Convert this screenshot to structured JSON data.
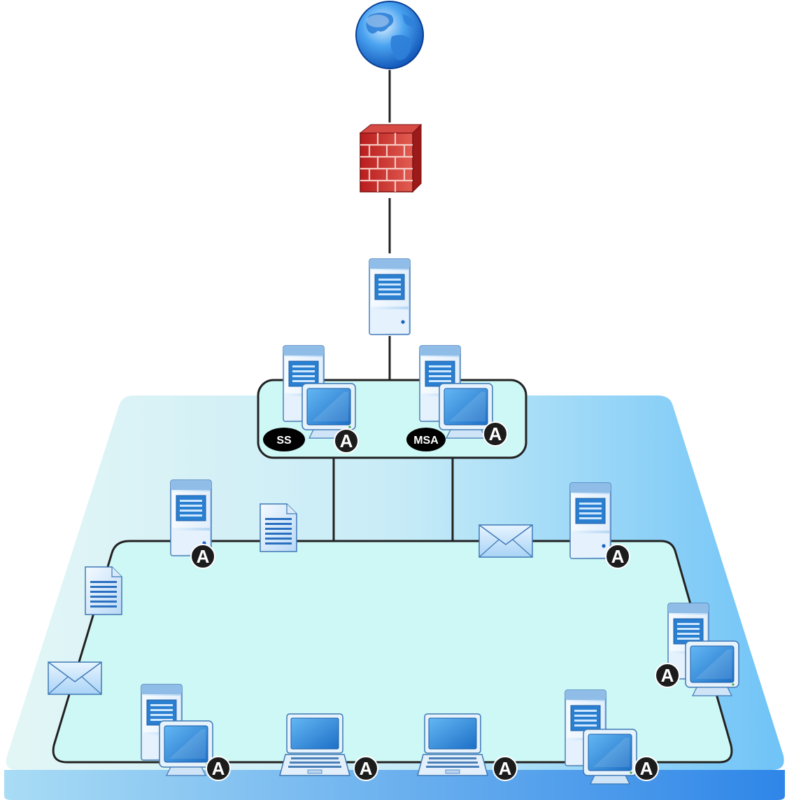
{
  "labels": {
    "ss": "SS",
    "msa": "MSA",
    "agent": "A"
  },
  "nodes": {
    "internet": "globe-icon",
    "firewall": "firewall-icon",
    "gateway": "server-icon",
    "ss_station": "server-workstation-icon",
    "msa_station": "server-workstation-icon"
  },
  "colors": {
    "platform_light": "#dcf3f3",
    "platform_right": "#7fcbf5",
    "platform_edge": "#3d8fe6",
    "ring_fill": "#cef8f5",
    "line": "#222222",
    "badge": "#1f1f1f",
    "firewall": "#c23030",
    "server_top": "#cfe6fb",
    "screen": "#2f86d6"
  }
}
